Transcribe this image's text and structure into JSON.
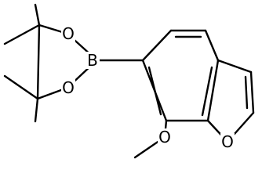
{
  "molecule": {
    "atoms": {
      "boron": "B",
      "ring_oxygen_top": "O",
      "ring_oxygen_bottom": "O",
      "methoxy_oxygen": "O",
      "furan_oxygen": "O"
    }
  }
}
